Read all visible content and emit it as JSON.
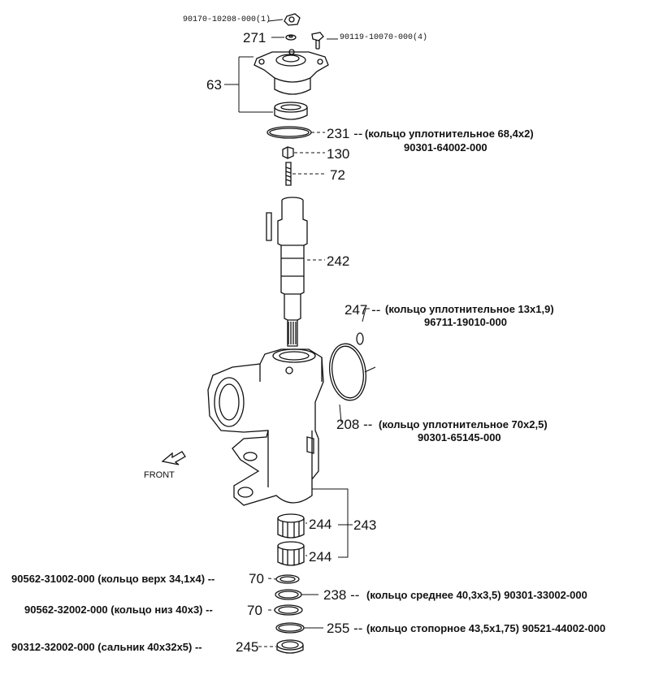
{
  "parts": {
    "nut_top_pn": "90170-10208-000(1)",
    "p271": "271",
    "bolt_pn": "90119-10070-000(4)",
    "p63": "63",
    "p231": "231 --",
    "p231_note": "(кольцо уплотнительное 68,4x2)",
    "p231_pn": "90301-64002-000",
    "p130": "130",
    "p72": "72",
    "p242": "242",
    "p247": "247 --",
    "p247_note": "(кольцо уплотнительное 13x1,9)",
    "p247_pn": "96711-19010-000",
    "p208": "208 --",
    "p208_note": "(кольцо уплотнительное 70x2,5)",
    "p208_pn": "90301-65145-000",
    "front": "FRONT",
    "p244a": "244",
    "p243": "243",
    "p244b": "244",
    "p70a": "90562-31002-000 (кольцо верх 34,1x4) --",
    "p70a_num": "70",
    "p238": "238 --",
    "p238_note": "(кольцо среднее 40,3x3,5) 90301-33002-000",
    "p70b": "90562-32002-000 (кольцо низ 40x3) --",
    "p70b_num": "70",
    "p255": "255 --",
    "p255_note": "(кольцо стопорное 43,5x1,75) 90521-44002-000",
    "p245": "90312-32002-000 (сальник 40x32x5) --",
    "p245_num": "245"
  }
}
